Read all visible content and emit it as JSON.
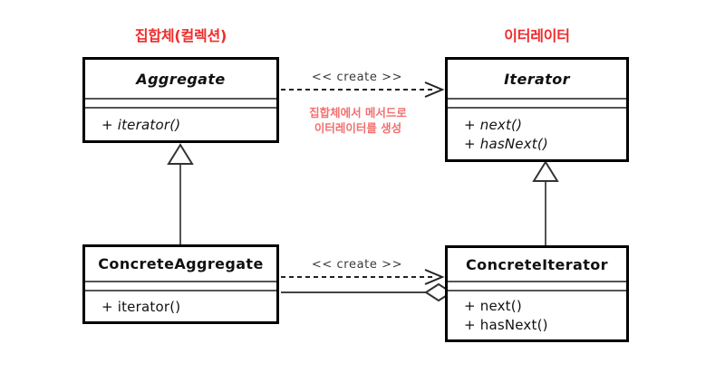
{
  "diagram": {
    "type": "uml-class-diagram",
    "title_groups": [
      {
        "id": "aggregate-group",
        "label": "집합체(컬렉션)",
        "color": "#ef2b2b"
      },
      {
        "id": "iterator-group",
        "label": "이터레이터",
        "color": "#ef2b2b"
      }
    ],
    "classes": [
      {
        "id": "aggregate",
        "name": "Aggregate",
        "abstract": true,
        "attributes": [],
        "operations": [
          "+ iterator()"
        ]
      },
      {
        "id": "iterator",
        "name": "Iterator",
        "abstract": true,
        "attributes": [],
        "operations": [
          "+ next()",
          "+ hasNext()"
        ]
      },
      {
        "id": "concrete-aggregate",
        "name": "ConcreteAggregate",
        "abstract": false,
        "attributes": [],
        "operations": [
          "+ iterator()"
        ]
      },
      {
        "id": "concrete-iterator",
        "name": "ConcreteIterator",
        "abstract": false,
        "attributes": [],
        "operations": [
          "+ next()",
          "+ hasNext()"
        ]
      }
    ],
    "relationships": [
      {
        "id": "aggregate-creates-iterator",
        "kind": "dependency-create",
        "from": "aggregate",
        "to": "iterator",
        "label": "<< create >>",
        "note": "집합체에서 메서드로\n이터레이터를 생성",
        "note_line1": "집합체에서 메서드로",
        "note_line2": "이터레이터를 생성",
        "note_color": "#f2706f"
      },
      {
        "id": "concrete-aggregate-creates-concrete-iterator",
        "kind": "dependency-create",
        "from": "concrete-aggregate",
        "to": "concrete-iterator",
        "label": "<< create >>"
      },
      {
        "id": "concrete-aggregate-generalizes-aggregate",
        "kind": "generalization",
        "from": "concrete-aggregate",
        "to": "aggregate",
        "label": ""
      },
      {
        "id": "concrete-iterator-generalizes-iterator",
        "kind": "generalization",
        "from": "concrete-iterator",
        "to": "iterator",
        "label": ""
      },
      {
        "id": "concrete-iterator-aggregates-concrete-aggregate",
        "kind": "aggregation",
        "from": "concrete-iterator",
        "to": "concrete-aggregate",
        "label": ""
      }
    ],
    "colors": {
      "background": "#ffffff",
      "line": "#000000",
      "inner_rule": "#555555",
      "accent_red": "#ef2b2b",
      "note_red": "#f2706f",
      "edge_label": "#3a3a3a"
    }
  }
}
